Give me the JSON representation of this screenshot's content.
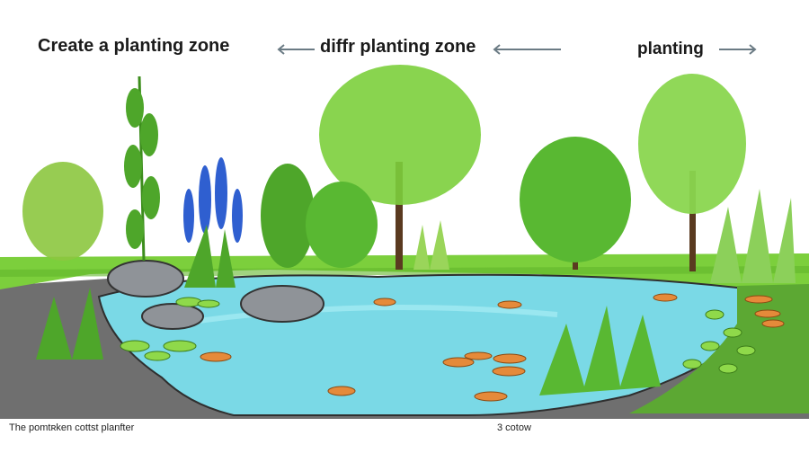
{
  "headings": {
    "left": "Create a planting zone",
    "middle": "diffr planting zone",
    "right": "planting"
  },
  "captions": {
    "left": "The pomtʀken cottst planfter",
    "right": "3 cotow"
  },
  "colors": {
    "water": "#7ad9e6",
    "grass": "#7ccf3c",
    "soil": "#6f6f6f",
    "rock": "#8f9398",
    "lily_pad": "#e58a3a",
    "foliage": "#59b832",
    "flower": "#2f5fd0"
  },
  "icons": [
    "arrow-left-icon",
    "arrow-left-icon",
    "arrow-right-icon"
  ]
}
